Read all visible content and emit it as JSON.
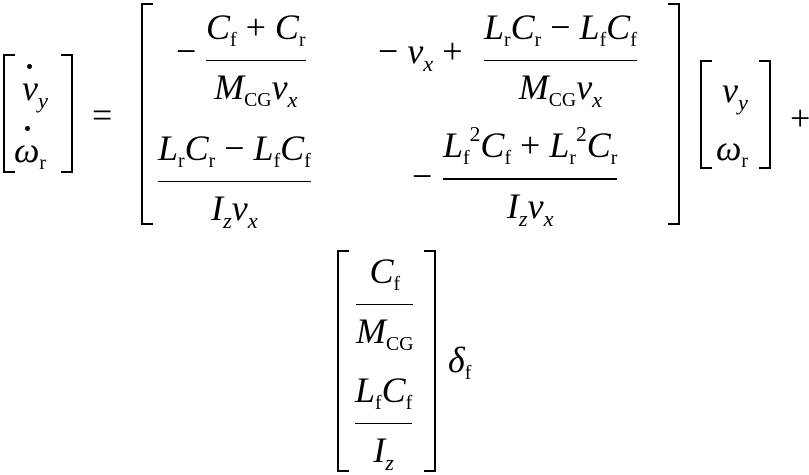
{
  "equation": {
    "lhs": {
      "v": "v",
      "y_sub": "y",
      "omega": "ω",
      "r_sub": "r"
    },
    "equals": "=",
    "plus": "+",
    "minus": "−",
    "A": {
      "a11": {
        "sign": "−",
        "num_a": "C",
        "num_a_sub": "f",
        "num_op": "+",
        "num_b": "C",
        "num_b_sub": "r",
        "den_a": "M",
        "den_a_sub": "CG",
        "den_b": "v",
        "den_b_sub": "x"
      },
      "a12": {
        "pre_sign": "−",
        "pre_v": "v",
        "pre_v_sub": "x",
        "op": "+",
        "num_a": "L",
        "num_a_sub": "r",
        "num_b": "C",
        "num_b_sub": "r",
        "num_op": "−",
        "num_c": "L",
        "num_c_sub": "f",
        "num_d": "C",
        "num_d_sub": "f",
        "den_a": "M",
        "den_a_sub": "CG",
        "den_b": "v",
        "den_b_sub": "x"
      },
      "a21": {
        "num_a": "L",
        "num_a_sub": "r",
        "num_b": "C",
        "num_b_sub": "r",
        "num_op": "−",
        "num_c": "L",
        "num_c_sub": "f",
        "num_d": "C",
        "num_d_sub": "f",
        "den_a": "I",
        "den_a_sub": "z",
        "den_b": "v",
        "den_b_sub": "x"
      },
      "a22": {
        "sign": "−",
        "num_a": "L",
        "num_a_sub": "f",
        "num_a_sup": "2",
        "num_b": "C",
        "num_b_sub": "f",
        "num_op": "+",
        "num_c": "L",
        "num_c_sub": "r",
        "num_c_sup": "2",
        "num_d": "C",
        "num_d_sub": "r",
        "den_a": "I",
        "den_a_sub": "z",
        "den_b": "v",
        "den_b_sub": "x"
      }
    },
    "x": {
      "v": "v",
      "y_sub": "y",
      "omega": "ω",
      "r_sub": "r"
    },
    "B": {
      "b1": {
        "num": "C",
        "num_sub": "f",
        "den": "M",
        "den_sub": "CG"
      },
      "b2": {
        "num_a": "L",
        "num_a_sub": "f",
        "num_b": "C",
        "num_b_sub": "f",
        "den": "I",
        "den_sub": "z"
      }
    },
    "u": {
      "delta": "δ",
      "f_sub": "f"
    }
  }
}
